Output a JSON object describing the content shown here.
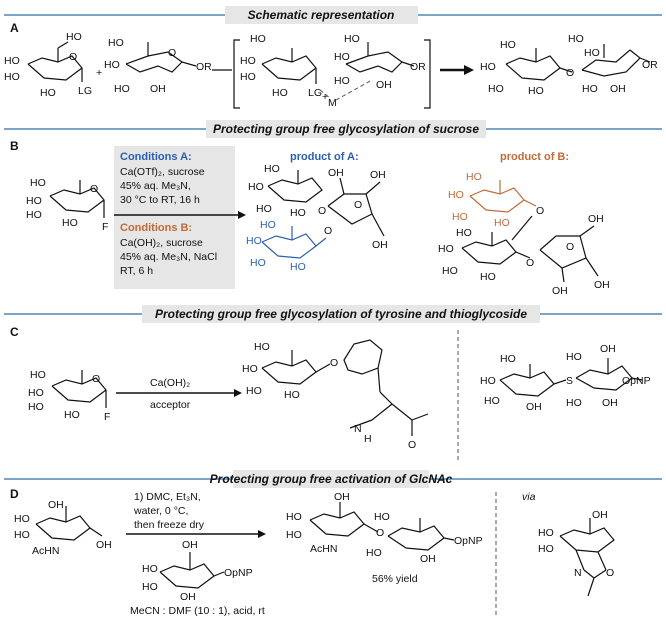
{
  "sections": {
    "A": {
      "letter": "A",
      "title": "Schematic representation"
    },
    "B": {
      "letter": "B",
      "title": "Protecting group free glycosylation of sucrose"
    },
    "C": {
      "letter": "C",
      "title": "Protecting group free glycosylation of tyrosine and thioglycoside"
    },
    "D": {
      "letter": "D",
      "title": "Protecting group free activation of GlcNAc"
    }
  },
  "labels": {
    "HO": "HO",
    "OH": "OH",
    "LG": "LG",
    "F": "F",
    "OR": "OR",
    "O": "O",
    "S": "S",
    "N": "N",
    "H": "H",
    "AcHN": "AcHN",
    "OpNP": "OpNP",
    "M": "M",
    "plus": "+",
    "plus_super": "+"
  },
  "conditions": {
    "a_title": "Conditions A:",
    "a_line1": "Ca(OTf)₂, sucrose",
    "a_line2": "45% aq. Me₃N,",
    "a_line3": "30 °C to RT,  16 h",
    "b_title": "Conditions B:",
    "b_line1": "Ca(OH)₂, sucrose",
    "b_line2": "45% aq. Me₃N, NaCl",
    "b_line3": "RT,  6 h",
    "c_top": "Ca(OH)₂",
    "c_bottom": "acceptor",
    "d_line1": "1) DMC, Et₃N,",
    "d_line2": "water, 0 °C,",
    "d_line3": "then freeze dry",
    "d_bottom": "MeCN : DMF (10 : 1), acid, rt"
  },
  "products": {
    "a": "product of A:",
    "b": "product of B:",
    "yield": "56% yield",
    "via": "via"
  },
  "colors": {
    "rule": "#2f6ea6",
    "header_bg": "#e6e6e6",
    "product_a": "#2b5fb0",
    "product_b": "#c26a3a"
  }
}
